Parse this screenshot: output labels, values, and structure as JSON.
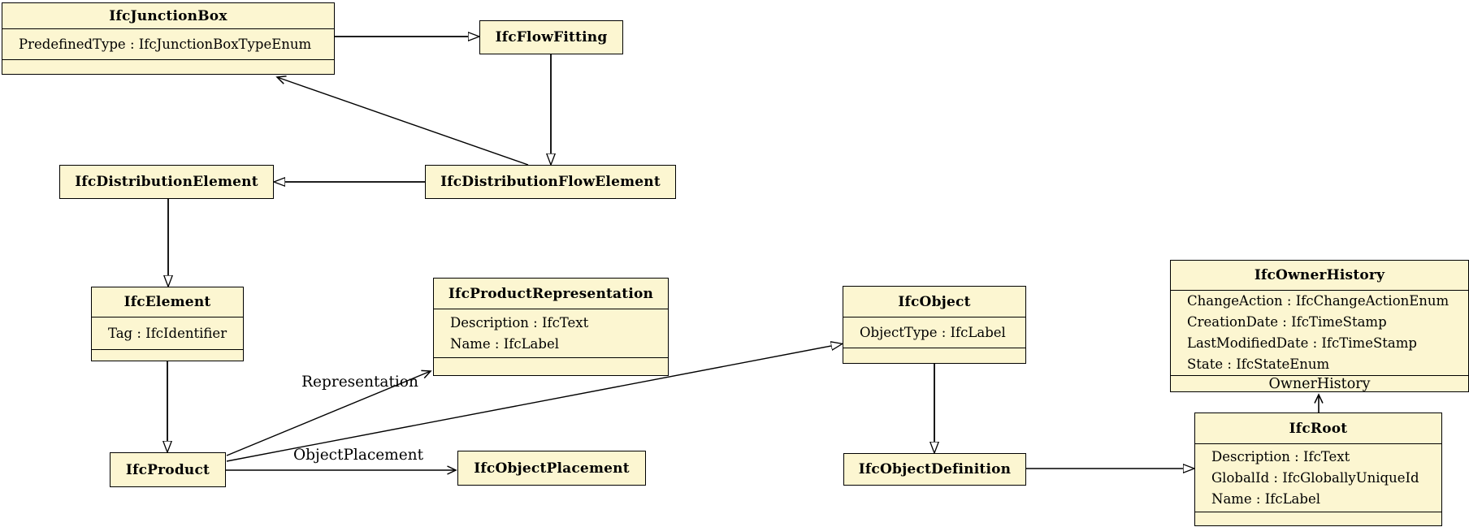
{
  "diagram": {
    "kind": "uml-class-diagram",
    "colors": {
      "node_fill": "#FCF6D1",
      "node_border": "#000000",
      "background": "#FFFFFF",
      "text": "#000000"
    },
    "classes": [
      {
        "name": "IfcJunctionBox",
        "attributes": [
          "PredefinedType : IfcJunctionBoxTypeEnum"
        ]
      },
      {
        "name": "IfcFlowFitting",
        "attributes": []
      },
      {
        "name": "IfcDistributionElement",
        "attributes": []
      },
      {
        "name": "IfcDistributionFlowElement",
        "attributes": []
      },
      {
        "name": "IfcElement",
        "attributes": [
          "Tag : IfcIdentifier"
        ]
      },
      {
        "name": "IfcProductRepresentation",
        "attributes": [
          "Description : IfcText",
          "Name : IfcLabel"
        ]
      },
      {
        "name": "IfcObject",
        "attributes": [
          "ObjectType : IfcLabel"
        ]
      },
      {
        "name": "IfcOwnerHistory",
        "attributes": [
          "ChangeAction : IfcChangeActionEnum",
          "CreationDate : IfcTimeStamp",
          "LastModifiedDate : IfcTimeStamp",
          "State : IfcStateEnum"
        ]
      },
      {
        "name": "IfcProduct",
        "attributes": []
      },
      {
        "name": "IfcObjectPlacement",
        "attributes": []
      },
      {
        "name": "IfcObjectDefinition",
        "attributes": []
      },
      {
        "name": "IfcRoot",
        "attributes": [
          "Description : IfcText",
          "GlobalId : IfcGloballyUniqueId",
          "Name : IfcLabel"
        ]
      }
    ],
    "edge_labels": {
      "representation": "Representation",
      "object_placement": "ObjectPlacement",
      "owner_history": "OwnerHistory"
    }
  }
}
